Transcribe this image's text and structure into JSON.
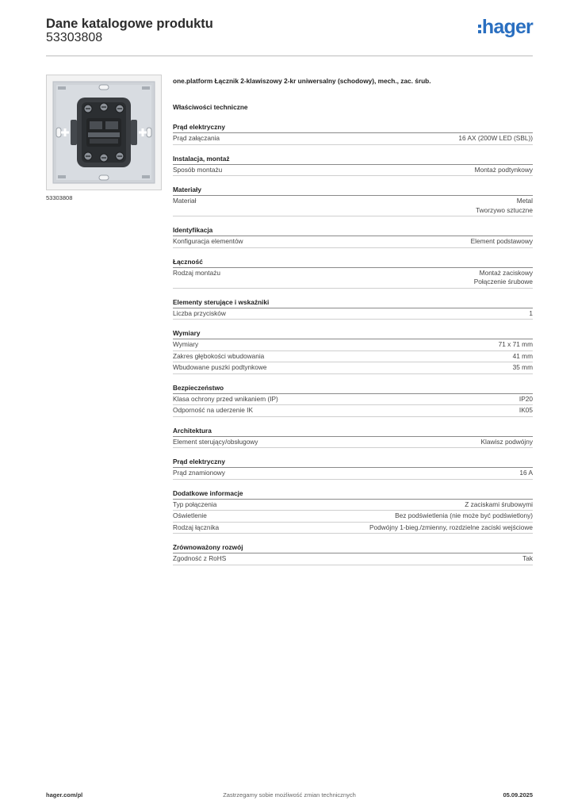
{
  "header": {
    "title": "Dane katalogowe produktu",
    "code": "53303808",
    "logo_text": "hager"
  },
  "photo": {
    "caption": "53303808"
  },
  "product": {
    "description": "one.platform Łącznik 2-klawiszowy 2-kr uniwersalny (schodowy), mech., zac. śrub.",
    "properties_title": "Właściwości techniczne"
  },
  "sections": [
    {
      "title": "Prąd elektryczny",
      "rows": [
        {
          "label": "Prąd załączania",
          "values": [
            "16 AX (200W LED (SBL))"
          ]
        }
      ]
    },
    {
      "title": "Instalacja, montaż",
      "rows": [
        {
          "label": "Sposób montażu",
          "values": [
            "Montaż podtynkowy"
          ]
        }
      ]
    },
    {
      "title": "Materiały",
      "rows": [
        {
          "label": "Materiał",
          "values": [
            "Metal",
            "Tworzywo sztuczne"
          ]
        }
      ]
    },
    {
      "title": "Identyfikacja",
      "rows": [
        {
          "label": "Konfiguracja elementów",
          "values": [
            "Element podstawowy"
          ]
        }
      ]
    },
    {
      "title": "Łączność",
      "rows": [
        {
          "label": "Rodzaj montażu",
          "values": [
            "Montaż zaciskowy",
            "Połączenie śrubowe"
          ]
        }
      ]
    },
    {
      "title": "Elementy sterujące i wskaźniki",
      "rows": [
        {
          "label": "Liczba przycisków",
          "values": [
            "1"
          ]
        }
      ]
    },
    {
      "title": "Wymiary",
      "rows": [
        {
          "label": "Wymiary",
          "values": [
            "71 x 71 mm"
          ]
        },
        {
          "label": "Zakres głębokości wbudowania",
          "values": [
            "41 mm"
          ]
        },
        {
          "label": "Wbudowane puszki podtynkowe",
          "values": [
            "35 mm"
          ]
        }
      ]
    },
    {
      "title": "Bezpieczeństwo",
      "rows": [
        {
          "label": "Klasa ochrony przed wnikaniem (IP)",
          "values": [
            "IP20"
          ]
        },
        {
          "label": "Odporność na uderzenie IK",
          "values": [
            "IK05"
          ]
        }
      ]
    },
    {
      "title": "Architektura",
      "rows": [
        {
          "label": "Element sterujący/obsługowy",
          "values": [
            "Klawisz podwójny"
          ]
        }
      ]
    },
    {
      "title": "Prąd elektryczny",
      "rows": [
        {
          "label": "Prąd znamionowy",
          "values": [
            "16 A"
          ]
        }
      ]
    },
    {
      "title": "Dodatkowe informacje",
      "rows": [
        {
          "label": "Typ połączenia",
          "values": [
            "Z zaciskami śrubowymi"
          ]
        },
        {
          "label": "Oświetlenie",
          "values": [
            "Bez podświetlenia (nie może być podświetlony)"
          ]
        },
        {
          "label": "Rodzaj łącznika",
          "values": [
            "Podwójny 1-bieg./zmienny, rozdzielne zaciski wejściowe"
          ]
        }
      ]
    },
    {
      "title": "Zrównoważony rozwój",
      "rows": [
        {
          "label": "Zgodność z RoHS",
          "values": [
            "Tak"
          ]
        }
      ]
    }
  ],
  "footer": {
    "website": "hager.com/pl",
    "notice": "Zastrzegamy sobie możliwość zmian technicznych",
    "date": "05.09.2025"
  },
  "colors": {
    "brand": "#2a6fc0",
    "text": "#1a1a1a",
    "divider": "#cfcfcf"
  }
}
